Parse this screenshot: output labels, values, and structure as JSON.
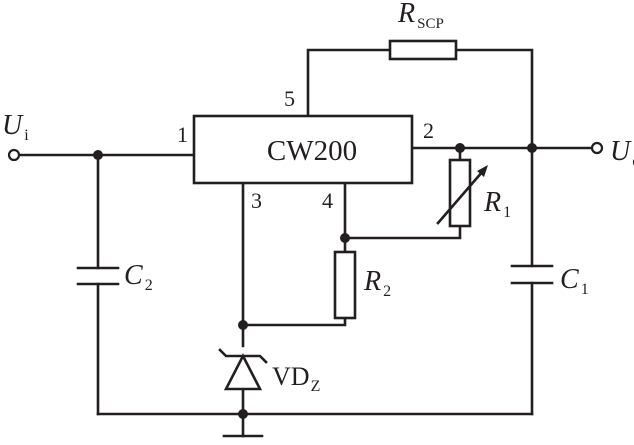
{
  "ic": {
    "name": "CW200"
  },
  "pins": {
    "p1": "1",
    "p2": "2",
    "p3": "3",
    "p4": "4",
    "p5": "5"
  },
  "labels": {
    "ui": {
      "main": "U",
      "sub": "i"
    },
    "uo": {
      "main": "U",
      "sub": "o"
    },
    "rscp": {
      "main": "R",
      "sub": "SCP"
    },
    "r1": {
      "main": "R",
      "sub": "1"
    },
    "r2": {
      "main": "R",
      "sub": "2"
    },
    "c1": {
      "main": "C",
      "sub": "1"
    },
    "c2": {
      "main": "C",
      "sub": "2"
    },
    "vdz": {
      "main": "VD",
      "sub": "Z"
    }
  }
}
